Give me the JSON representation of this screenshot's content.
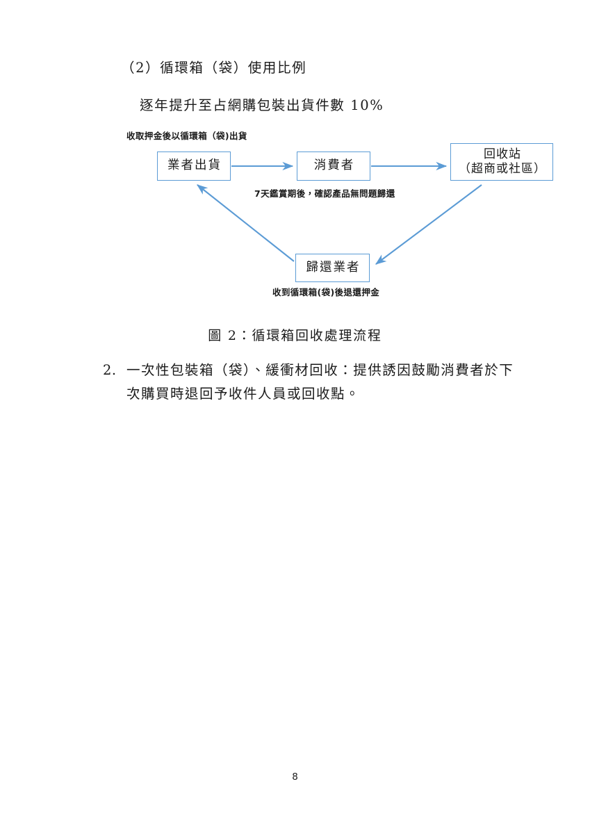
{
  "document": {
    "page_number": "8"
  },
  "section": {
    "number": "（2）",
    "title": "循環箱（袋）使用比例",
    "full_heading": "（2）循環箱（袋）使用比例",
    "target_line": "逐年提升至占網購包裝出貨件數 10%"
  },
  "figure": {
    "caption": "圖 2：循環箱回收處理流程",
    "caption_label": "圖 2：",
    "caption_title": "循環箱回收處理流程",
    "border_color": "#5B9BD5",
    "arrow_color": "#5B9BD5",
    "nodes": [
      {
        "id": "shipper",
        "label": "業者出貨"
      },
      {
        "id": "consumer",
        "label": "消費者"
      },
      {
        "id": "station",
        "label_line1": "回收站",
        "label_line2": "（超商或社區）"
      },
      {
        "id": "returner",
        "label": "歸還業者"
      }
    ],
    "annotations": [
      {
        "id": "deposit",
        "text": "收取押金後以循環箱（袋)出貨"
      },
      {
        "id": "seven-day",
        "text": "7天鑑賞期後，確認產品無問題歸還"
      },
      {
        "id": "refund",
        "text": "收到循環箱(袋)後退還押金"
      }
    ]
  },
  "paragraph": {
    "marker": "2.",
    "line1": "一次性包裝箱（袋）、緩衝材回收：提供誘因鼓勵消費者於下",
    "line2": "次購買時退回予收件人員或回收點。"
  }
}
